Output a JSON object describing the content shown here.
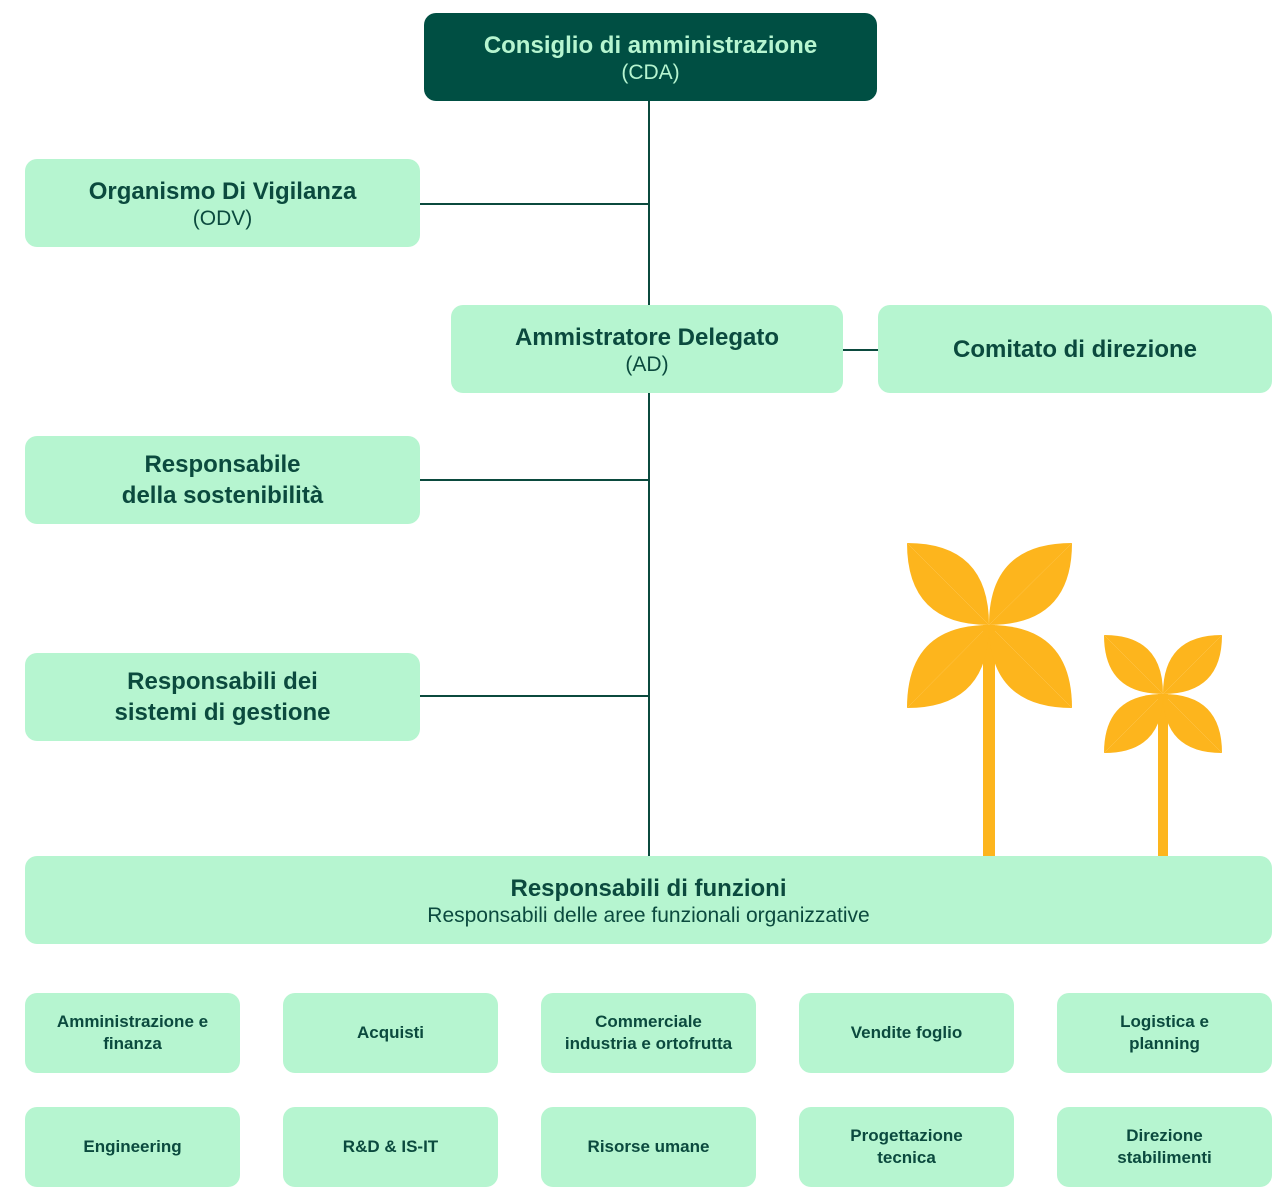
{
  "colors": {
    "dark_green": "#004f43",
    "light_green": "#b6f5d0",
    "text_green": "#0b4a3e",
    "flower_yellow": "#fdb51d"
  },
  "cda": {
    "title": "Consiglio di amministrazione",
    "subtitle": "(CDA)"
  },
  "odv": {
    "title": "Organismo Di Vigilanza",
    "subtitle": "(ODV)"
  },
  "ad": {
    "title": "Ammistratore Delegato",
    "subtitle": "(AD)"
  },
  "comitato": {
    "title": "Comitato di direzione"
  },
  "sostenibilita": {
    "title": "Responsabile\ndella sostenibilità"
  },
  "sistemi": {
    "title": "Responsabili dei\nsistemi di gestione"
  },
  "funzioni": {
    "title": "Responsabili di funzioni",
    "subtitle": "Responsabili delle aree funzionali organizzative"
  },
  "departments": [
    "Amministrazione e\nfinanza",
    "Acquisti",
    "Commerciale\nindustria e ortofrutta",
    "Vendite foglio",
    "Logistica e\nplanning",
    "Engineering",
    "R&D & IS-IT",
    "Risorse umane",
    "Progettazione\ntecnica",
    "Direzione\nstabilimenti"
  ]
}
